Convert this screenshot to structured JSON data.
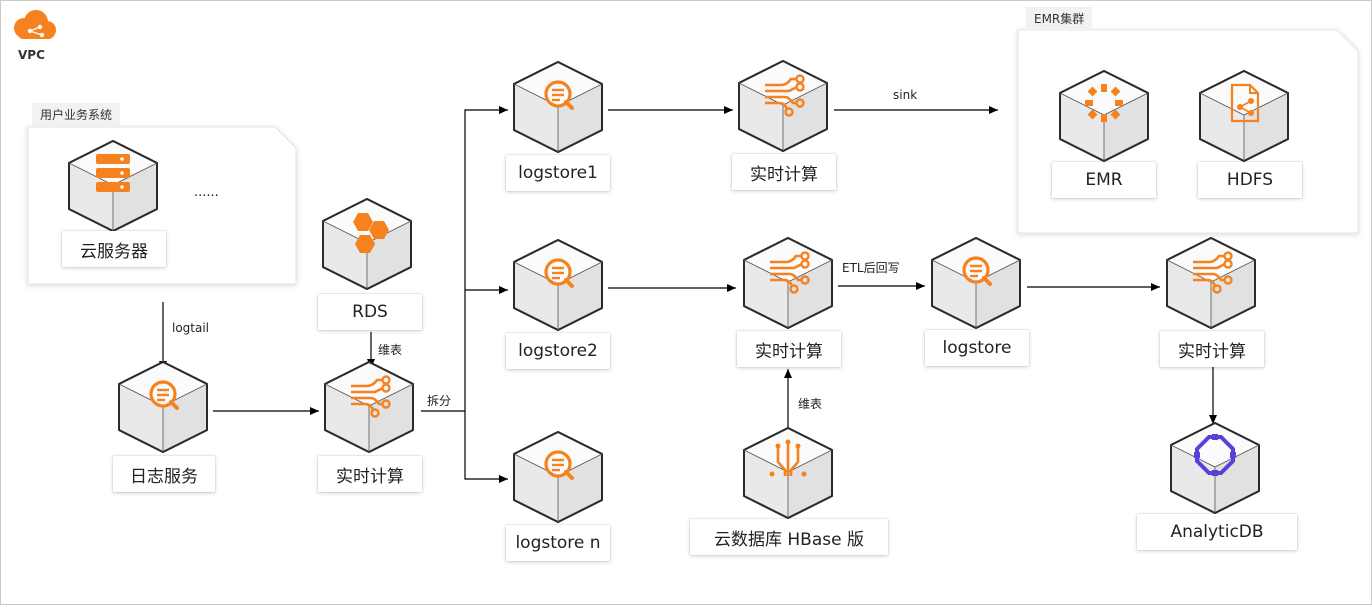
{
  "vpc": {
    "label": "VPC"
  },
  "groups": {
    "user_system": {
      "title": "用户业务系统",
      "ellipsis": "......"
    },
    "emr_cluster": {
      "title": "EMR集群"
    }
  },
  "nodes": {
    "server": "云服务器",
    "log_service": "日志服务",
    "rds": "RDS",
    "rt_compute_main": "实时计算",
    "logstore1": "logstore1",
    "logstore2": "logstore2",
    "logstore_n": "logstore n",
    "rt_compute_1": "实时计算",
    "rt_compute_2": "实时计算",
    "hbase": "云数据库 HBase 版",
    "logstore": "logstore",
    "rt_compute_3": "实时计算",
    "analyticdb": "AnalyticDB",
    "emr": "EMR",
    "hdfs": "HDFS"
  },
  "edges": {
    "logtail": "logtail",
    "dim_table_1": "维表",
    "split": "拆分",
    "sink": "sink",
    "etl_writeback": "ETL后回写",
    "dim_table_2": "维表"
  },
  "colors": {
    "accent": "#f5821f",
    "analyticdb": "#5b3fd9",
    "cube_face": "#f3f3f3",
    "cube_edge": "#2b2b2b"
  }
}
